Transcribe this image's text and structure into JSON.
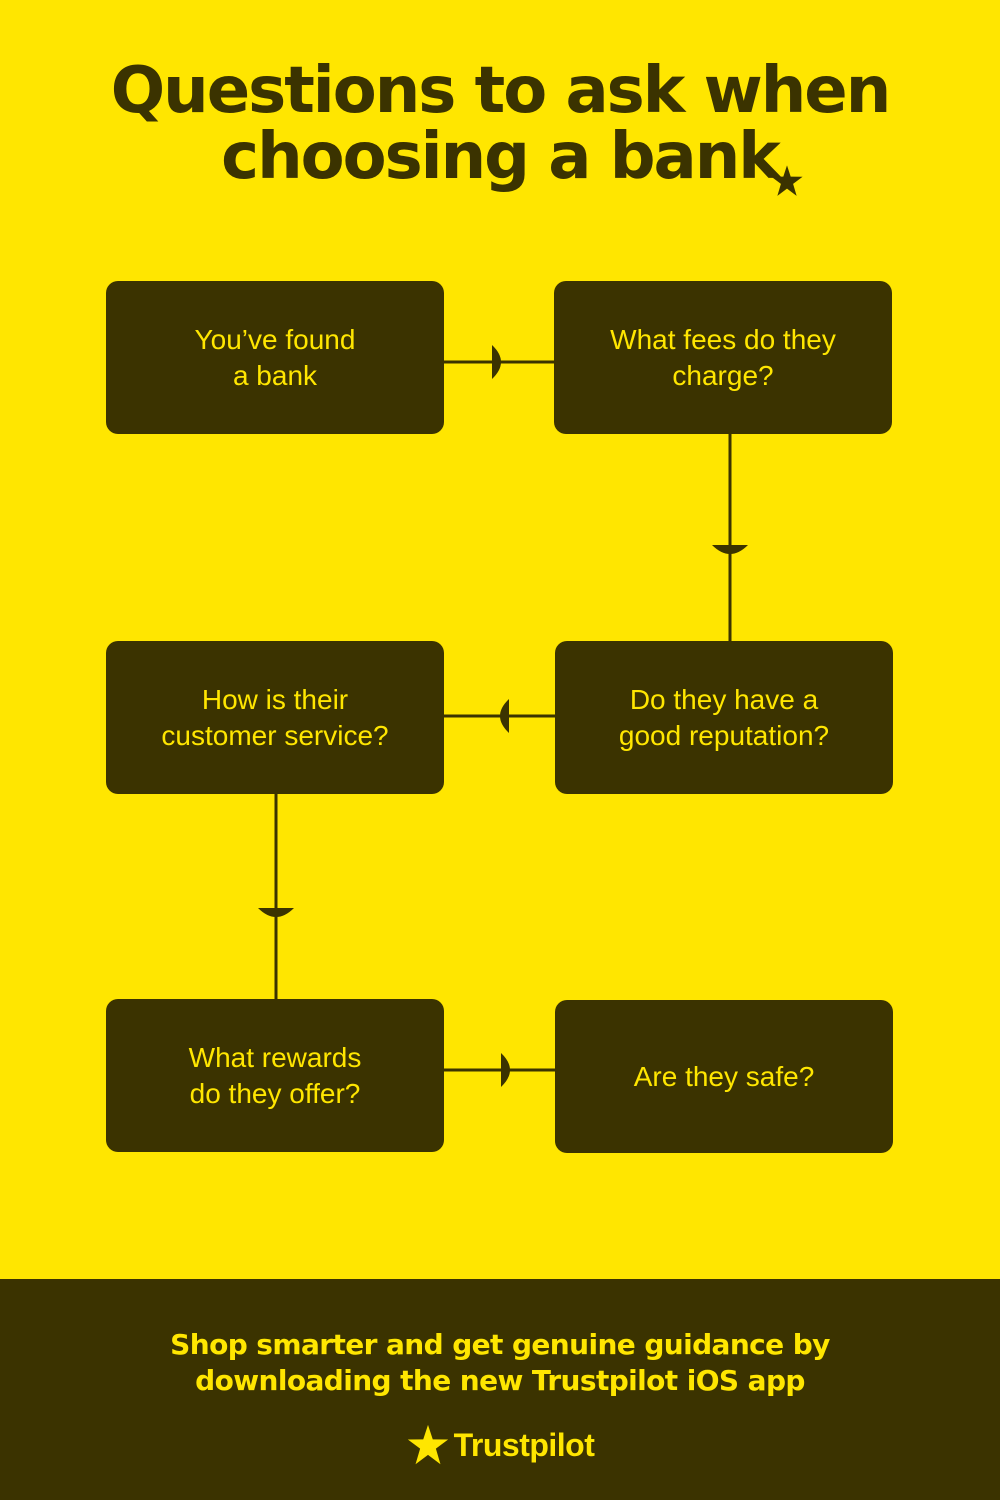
{
  "header": {
    "title_line1": "Questions to ask when",
    "title_line2": "choosing a bank"
  },
  "flow": {
    "steps": [
      {
        "label": "You’ve found\na bank"
      },
      {
        "label": "What fees do they\ncharge?"
      },
      {
        "label": "Do they have a\ngood reputation?"
      },
      {
        "label": "How is their\ncustomer service?"
      },
      {
        "label": "What rewards\ndo they offer?"
      },
      {
        "label": "Are they safe?"
      }
    ]
  },
  "footer": {
    "cta_line1": "Shop smarter and get genuine guidance by",
    "cta_line2": "downloading the new Trustpilot iOS app",
    "brand_name": "Trustpilot",
    "brand_icon": "star-icon"
  },
  "colors": {
    "background": "#FFE600",
    "dark": "#3B3300"
  }
}
